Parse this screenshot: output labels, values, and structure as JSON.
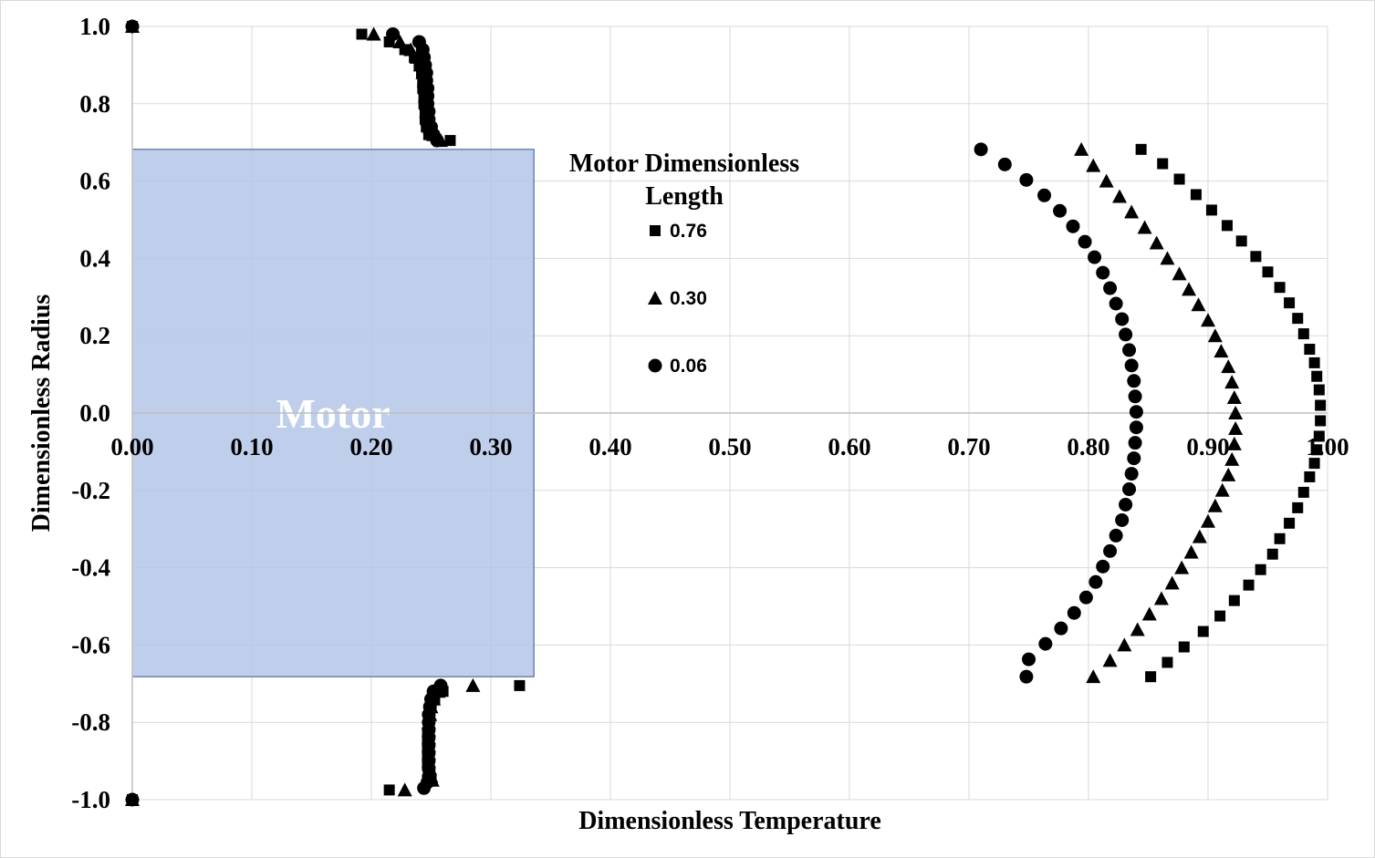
{
  "chart_data": {
    "type": "scatter",
    "xlabel": "Dimensionless Temperature",
    "ylabel": "Dimensionless Radius",
    "xlim": [
      0,
      1.0
    ],
    "ylim": [
      -1.0,
      1.0
    ],
    "x_ticks": [
      "0.00",
      "0.10",
      "0.20",
      "0.30",
      "0.40",
      "0.50",
      "0.60",
      "0.70",
      "0.80",
      "0.90",
      "1.00"
    ],
    "y_ticks": [
      "1.0",
      "0.8",
      "0.6",
      "0.4",
      "0.2",
      "0.0",
      "-0.2",
      "-0.4",
      "-0.6",
      "-0.8",
      "-1.0"
    ],
    "grid": true,
    "legend": {
      "title": "Motor Dimensionless Length",
      "position": "center"
    },
    "region": {
      "label": "Motor",
      "x_range": [
        0,
        0.336
      ],
      "y_range": [
        -0.682,
        0.682
      ],
      "color": "#b4c7e7"
    },
    "series": [
      {
        "name": "0.76",
        "marker": "square",
        "points": [
          [
            0.0,
            1.0
          ],
          [
            0.192,
            0.98
          ],
          [
            0.215,
            0.96
          ],
          [
            0.228,
            0.94
          ],
          [
            0.236,
            0.92
          ],
          [
            0.24,
            0.9
          ],
          [
            0.242,
            0.88
          ],
          [
            0.243,
            0.86
          ],
          [
            0.243,
            0.84
          ],
          [
            0.244,
            0.82
          ],
          [
            0.244,
            0.8
          ],
          [
            0.245,
            0.78
          ],
          [
            0.245,
            0.76
          ],
          [
            0.246,
            0.74
          ],
          [
            0.248,
            0.72
          ],
          [
            0.266,
            0.705
          ],
          [
            0.844,
            0.682
          ],
          [
            0.862,
            0.645
          ],
          [
            0.876,
            0.605
          ],
          [
            0.89,
            0.565
          ],
          [
            0.903,
            0.525
          ],
          [
            0.916,
            0.485
          ],
          [
            0.928,
            0.445
          ],
          [
            0.94,
            0.405
          ],
          [
            0.95,
            0.365
          ],
          [
            0.96,
            0.325
          ],
          [
            0.968,
            0.285
          ],
          [
            0.975,
            0.245
          ],
          [
            0.98,
            0.205
          ],
          [
            0.985,
            0.165
          ],
          [
            0.989,
            0.13
          ],
          [
            0.991,
            0.095
          ],
          [
            0.993,
            0.06
          ],
          [
            0.994,
            0.02
          ],
          [
            0.994,
            -0.02
          ],
          [
            0.993,
            -0.06
          ],
          [
            0.991,
            -0.095
          ],
          [
            0.989,
            -0.13
          ],
          [
            0.985,
            -0.165
          ],
          [
            0.98,
            -0.205
          ],
          [
            0.975,
            -0.245
          ],
          [
            0.968,
            -0.285
          ],
          [
            0.96,
            -0.325
          ],
          [
            0.954,
            -0.365
          ],
          [
            0.944,
            -0.405
          ],
          [
            0.934,
            -0.445
          ],
          [
            0.922,
            -0.485
          ],
          [
            0.91,
            -0.525
          ],
          [
            0.896,
            -0.565
          ],
          [
            0.88,
            -0.605
          ],
          [
            0.866,
            -0.645
          ],
          [
            0.852,
            -0.682
          ],
          [
            0.324,
            -0.705
          ],
          [
            0.26,
            -0.72
          ],
          [
            0.253,
            -0.74
          ],
          [
            0.25,
            -0.76
          ],
          [
            0.249,
            -0.78
          ],
          [
            0.248,
            -0.8
          ],
          [
            0.248,
            -0.82
          ],
          [
            0.247,
            -0.84
          ],
          [
            0.247,
            -0.86
          ],
          [
            0.247,
            -0.88
          ],
          [
            0.247,
            -0.9
          ],
          [
            0.248,
            -0.92
          ],
          [
            0.249,
            -0.94
          ],
          [
            0.25,
            -0.95
          ],
          [
            0.215,
            -0.975
          ],
          [
            0.0,
            -1.0
          ]
        ]
      },
      {
        "name": "0.30",
        "marker": "triangle",
        "points": [
          [
            0.0,
            1.0
          ],
          [
            0.202,
            0.98
          ],
          [
            0.224,
            0.96
          ],
          [
            0.233,
            0.94
          ],
          [
            0.238,
            0.92
          ],
          [
            0.241,
            0.9
          ],
          [
            0.243,
            0.88
          ],
          [
            0.244,
            0.86
          ],
          [
            0.245,
            0.84
          ],
          [
            0.245,
            0.82
          ],
          [
            0.246,
            0.8
          ],
          [
            0.246,
            0.78
          ],
          [
            0.247,
            0.76
          ],
          [
            0.249,
            0.74
          ],
          [
            0.252,
            0.72
          ],
          [
            0.258,
            0.705
          ],
          [
            0.794,
            0.682
          ],
          [
            0.804,
            0.64
          ],
          [
            0.815,
            0.6
          ],
          [
            0.826,
            0.56
          ],
          [
            0.836,
            0.52
          ],
          [
            0.847,
            0.48
          ],
          [
            0.857,
            0.44
          ],
          [
            0.866,
            0.4
          ],
          [
            0.876,
            0.36
          ],
          [
            0.884,
            0.32
          ],
          [
            0.892,
            0.28
          ],
          [
            0.9,
            0.24
          ],
          [
            0.906,
            0.2
          ],
          [
            0.911,
            0.16
          ],
          [
            0.917,
            0.12
          ],
          [
            0.92,
            0.08
          ],
          [
            0.922,
            0.04
          ],
          [
            0.923,
            0.0
          ],
          [
            0.923,
            -0.04
          ],
          [
            0.922,
            -0.08
          ],
          [
            0.92,
            -0.12
          ],
          [
            0.917,
            -0.16
          ],
          [
            0.912,
            -0.2
          ],
          [
            0.906,
            -0.24
          ],
          [
            0.9,
            -0.28
          ],
          [
            0.893,
            -0.32
          ],
          [
            0.886,
            -0.36
          ],
          [
            0.878,
            -0.4
          ],
          [
            0.87,
            -0.44
          ],
          [
            0.861,
            -0.48
          ],
          [
            0.851,
            -0.52
          ],
          [
            0.841,
            -0.56
          ],
          [
            0.83,
            -0.6
          ],
          [
            0.818,
            -0.64
          ],
          [
            0.804,
            -0.682
          ],
          [
            0.285,
            -0.705
          ],
          [
            0.256,
            -0.72
          ],
          [
            0.252,
            -0.74
          ],
          [
            0.25,
            -0.76
          ],
          [
            0.249,
            -0.78
          ],
          [
            0.248,
            -0.8
          ],
          [
            0.248,
            -0.82
          ],
          [
            0.248,
            -0.84
          ],
          [
            0.248,
            -0.86
          ],
          [
            0.248,
            -0.88
          ],
          [
            0.248,
            -0.9
          ],
          [
            0.249,
            -0.92
          ],
          [
            0.25,
            -0.94
          ],
          [
            0.251,
            -0.95
          ],
          [
            0.228,
            -0.975
          ],
          [
            0.0,
            -1.0
          ]
        ]
      },
      {
        "name": "0.06",
        "marker": "circle",
        "points": [
          [
            0.0,
            1.0
          ],
          [
            0.218,
            0.98
          ],
          [
            0.24,
            0.96
          ],
          [
            0.243,
            0.94
          ],
          [
            0.244,
            0.92
          ],
          [
            0.245,
            0.9
          ],
          [
            0.246,
            0.88
          ],
          [
            0.246,
            0.86
          ],
          [
            0.247,
            0.84
          ],
          [
            0.247,
            0.82
          ],
          [
            0.247,
            0.8
          ],
          [
            0.248,
            0.78
          ],
          [
            0.248,
            0.76
          ],
          [
            0.25,
            0.74
          ],
          [
            0.252,
            0.72
          ],
          [
            0.255,
            0.705
          ],
          [
            0.71,
            0.682
          ],
          [
            0.73,
            0.643
          ],
          [
            0.748,
            0.603
          ],
          [
            0.763,
            0.563
          ],
          [
            0.776,
            0.523
          ],
          [
            0.787,
            0.483
          ],
          [
            0.797,
            0.443
          ],
          [
            0.805,
            0.403
          ],
          [
            0.812,
            0.363
          ],
          [
            0.818,
            0.323
          ],
          [
            0.823,
            0.283
          ],
          [
            0.828,
            0.243
          ],
          [
            0.831,
            0.203
          ],
          [
            0.834,
            0.163
          ],
          [
            0.836,
            0.123
          ],
          [
            0.838,
            0.083
          ],
          [
            0.839,
            0.043
          ],
          [
            0.84,
            0.003
          ],
          [
            0.84,
            -0.037
          ],
          [
            0.839,
            -0.077
          ],
          [
            0.838,
            -0.117
          ],
          [
            0.836,
            -0.157
          ],
          [
            0.834,
            -0.197
          ],
          [
            0.831,
            -0.237
          ],
          [
            0.828,
            -0.277
          ],
          [
            0.823,
            -0.317
          ],
          [
            0.818,
            -0.357
          ],
          [
            0.812,
            -0.397
          ],
          [
            0.806,
            -0.437
          ],
          [
            0.798,
            -0.477
          ],
          [
            0.788,
            -0.517
          ],
          [
            0.777,
            -0.557
          ],
          [
            0.764,
            -0.597
          ],
          [
            0.75,
            -0.637
          ],
          [
            0.748,
            -0.682
          ],
          [
            0.258,
            -0.705
          ],
          [
            0.252,
            -0.72
          ],
          [
            0.25,
            -0.74
          ],
          [
            0.249,
            -0.76
          ],
          [
            0.248,
            -0.78
          ],
          [
            0.248,
            -0.8
          ],
          [
            0.248,
            -0.82
          ],
          [
            0.248,
            -0.84
          ],
          [
            0.248,
            -0.86
          ],
          [
            0.248,
            -0.88
          ],
          [
            0.248,
            -0.9
          ],
          [
            0.248,
            -0.92
          ],
          [
            0.248,
            -0.94
          ],
          [
            0.247,
            -0.955
          ],
          [
            0.244,
            -0.97
          ],
          [
            0.0,
            -1.0
          ]
        ]
      }
    ]
  }
}
